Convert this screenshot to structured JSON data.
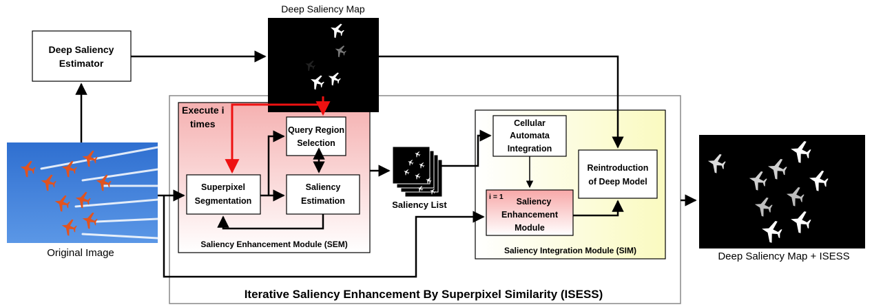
{
  "title": "Iterative Saliency Enhancement By Superpixel Similarity (ISESS)",
  "inputs": {
    "original_image_label": "Original Image"
  },
  "top": {
    "estimator_line1": "Deep Saliency",
    "estimator_line2": "Estimator",
    "map_label": "Deep Saliency Map"
  },
  "sem": {
    "caption": "Saliency Enhancement Module (SEM)",
    "execute_line1": "Execute i",
    "execute_line2": "times",
    "query_line1": "Query Region",
    "query_line2": "Selection",
    "superpixel_line1": "Superpixel",
    "superpixel_line2": "Segmentation",
    "estimation_line1": "Saliency",
    "estimation_line2": "Estimation"
  },
  "saliency_list_label": "Saliency List",
  "sim": {
    "caption": "Saliency Integration Module (SIM)",
    "ca_line1": "Cellular",
    "ca_line2": "Automata",
    "ca_line3": "Integration",
    "reintro_line1": "Reintroduction",
    "reintro_line2": "of Deep Model",
    "i_eq": "i = 1",
    "enh_line1": "Saliency",
    "enh_line2": "Enhancement",
    "enh_line3": "Module"
  },
  "output_label": "Deep Saliency Map + ISESS",
  "colors": {
    "sem_gradient_top": "#f5b8b8",
    "sim_gradient_right": "#fafac8",
    "red_arrow": "#ee1111",
    "sky_blue": "#3f7fd6"
  }
}
